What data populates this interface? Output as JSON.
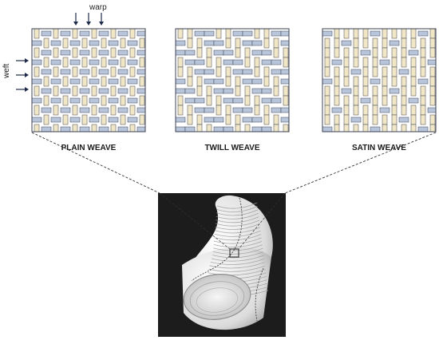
{
  "labels": {
    "warp": "warp",
    "weft": "weft",
    "plain": "PLAIN WEAVE",
    "twill": "TWILL WEAVE",
    "satin": "SATIN WEAVE"
  },
  "colors": {
    "warp_thread": "#f1e7c6",
    "weft_thread": "#b9c5db",
    "outline": "#3b4250",
    "arrow": "#1e2a4a",
    "photo_bg": "#1a1a1a",
    "hose": "#efefef"
  },
  "weaves": [
    {
      "id": "plain",
      "pattern": "plain"
    },
    {
      "id": "twill",
      "pattern": "twill"
    },
    {
      "id": "satin",
      "pattern": "satin"
    }
  ],
  "photo": {
    "subject": "woven-tube-photo"
  }
}
